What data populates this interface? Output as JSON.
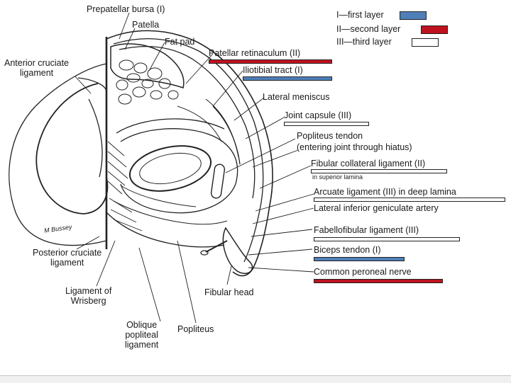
{
  "colors": {
    "first_layer": "#4f7fb8",
    "second_layer": "#c0121e",
    "third_layer": "#ffffff",
    "line": "#222222"
  },
  "legend": [
    {
      "text": "I—first layer",
      "layer": "first"
    },
    {
      "text": "II—second layer",
      "layer": "second"
    },
    {
      "text": "III—third layer",
      "layer": "third"
    }
  ],
  "labels": {
    "prepatellar_bursa": "Prepatellar bursa (I)",
    "patella": "Patella",
    "fat_pad": "Fat pad",
    "anterior_cruciate": "Anterior cruciate\nligament",
    "patellar_retinaculum": "Patellar retinaculum (II)",
    "iliotibial_tract": "Iliotibial tract (I)",
    "lateral_meniscus": "Lateral meniscus",
    "joint_capsule": "Joint capsule (III)",
    "popliteus_tendon": "Popliteus tendon\n(entering joint through hiatus)",
    "fibular_collateral": "Fibular collateral ligament (II)",
    "superior_lamina": "in superior lamina",
    "arcuate_ligament": "Arcuate ligament (III) in deep lamina",
    "lateral_inferior_geniculate": "Lateral inferior geniculate artery",
    "fabellofibular": "Fabellofibular ligament (III)",
    "biceps_tendon": "Biceps tendon (I)",
    "common_peroneal": "Common peroneal nerve",
    "posterior_cruciate": "Posterior cruciate\nligament",
    "ligament_wrisberg": "Ligament of\nWrisberg",
    "oblique_popliteal": "Oblique\npopliteal\nligament",
    "popliteus": "Popliteus",
    "fibular_head": "Fibular head",
    "signature": "M Bussey"
  }
}
